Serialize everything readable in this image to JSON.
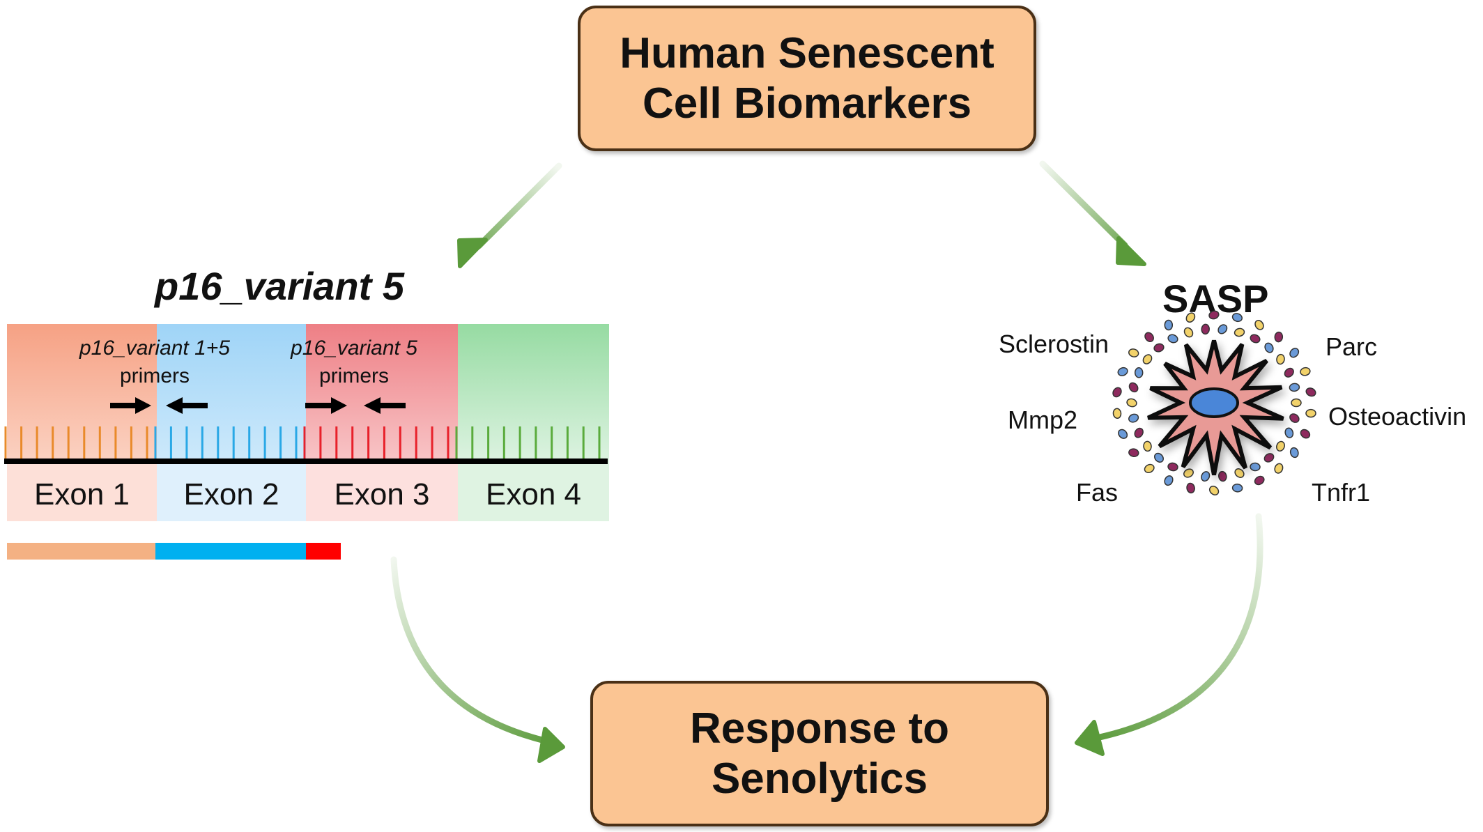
{
  "top_box": {
    "line1": "Human Senescent",
    "line2": "Cell Biomarkers"
  },
  "bottom_box": {
    "line1": "Response to",
    "line2": "Senolytics"
  },
  "p16": {
    "title": "p16_variant 5",
    "exons": [
      {
        "label": "Exon 1",
        "color_top": "#f7a886",
        "color_bottom": "#fde0d8",
        "tick_color": "#e98a2a"
      },
      {
        "label": "Exon 2",
        "color_top": "#a8d8f8",
        "color_bottom": "#dff0fc",
        "tick_color": "#29a8e6"
      },
      {
        "label": "Exon 3",
        "color_top": "#f08a8e",
        "color_bottom": "#fde0de",
        "tick_color": "#e8202a"
      },
      {
        "label": "Exon 4",
        "color_top": "#a6e0b0",
        "color_bottom": "#dff3e2",
        "tick_color": "#5aab3c"
      }
    ],
    "primer_1": {
      "line1": "p16_variant 1+5",
      "line2": "primers"
    },
    "primer_2": {
      "line1": "p16_variant 5",
      "line2": "primers"
    },
    "transcript_colors": [
      "#f4b183",
      "#00b0f0",
      "#ff0000"
    ]
  },
  "sasp": {
    "title": "SASP",
    "factors": {
      "sclerostin": "Sclerostin",
      "parc": "Parc",
      "mmp2": "Mmp2",
      "osteoactivin": "Osteoactivin",
      "fas": "Fas",
      "tnfr1": "Tnfr1"
    },
    "cell_colors": {
      "body": "#e89a96",
      "nucleus": "#4a86d8",
      "outline": "#111111"
    },
    "granule_colors": [
      "#f2d26a",
      "#8e2a5e",
      "#6a9ad8"
    ]
  },
  "arrow_color": "#5a9a3a"
}
